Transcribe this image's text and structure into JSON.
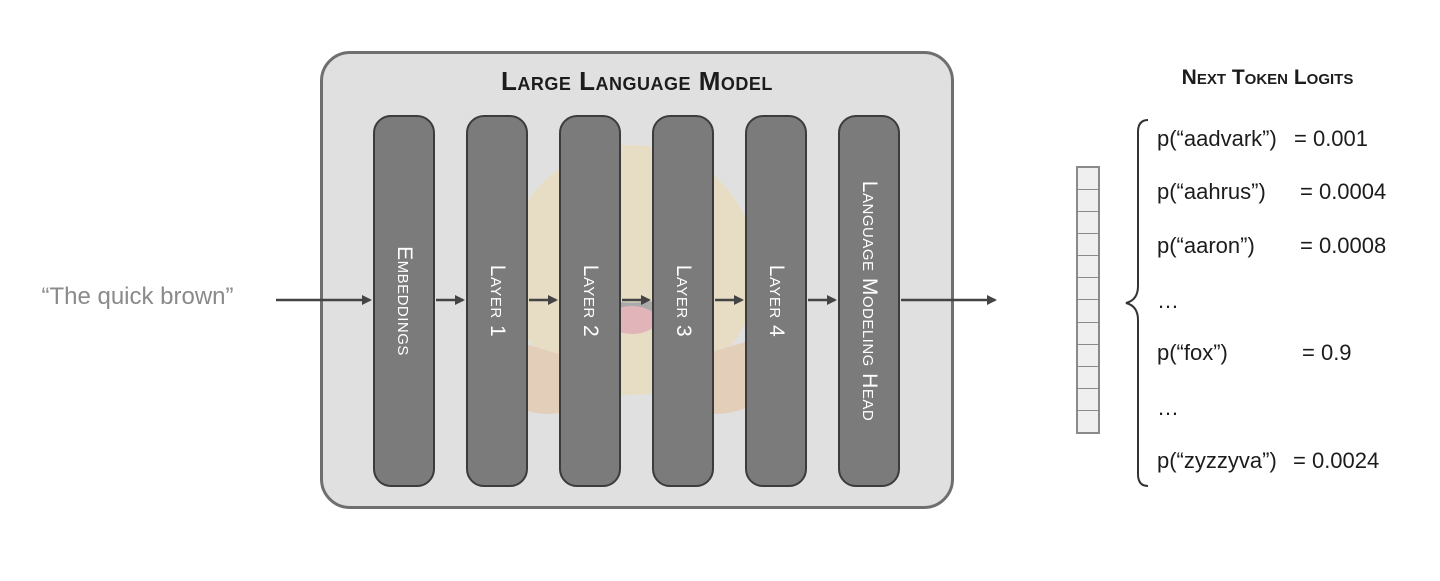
{
  "input": {
    "text": "“The quick brown”"
  },
  "model": {
    "title": "Large Language Model",
    "layers": [
      {
        "label": "Embeddings"
      },
      {
        "label": "Layer 1"
      },
      {
        "label": "Layer 2"
      },
      {
        "label": "Layer 3"
      },
      {
        "label": "Layer 4"
      },
      {
        "label": "Language Modeling Head"
      }
    ]
  },
  "output": {
    "title": "Next Token Logits",
    "vector_cells": 12,
    "logits": [
      {
        "token": "p(“aadvark”)",
        "value": "= 0.001"
      },
      {
        "token": "p(“aahrus”)",
        "value": "= 0.0004"
      },
      {
        "token": "p(“aaron”)",
        "value": "= 0.0008"
      },
      {
        "token": "…",
        "value": ""
      },
      {
        "token": "p(“fox”)",
        "value": "= 0.9"
      },
      {
        "token": "…",
        "value": ""
      },
      {
        "token": "p(“zyzzyva”)",
        "value": "= 0.0024"
      }
    ]
  },
  "colors": {
    "layer_fill": "#7b7b7b",
    "model_fill": "#e0e0e0",
    "arrow": "#444444",
    "mascot": "#f5d88a"
  },
  "icons": {
    "watermark": "hugging-face-logo"
  }
}
